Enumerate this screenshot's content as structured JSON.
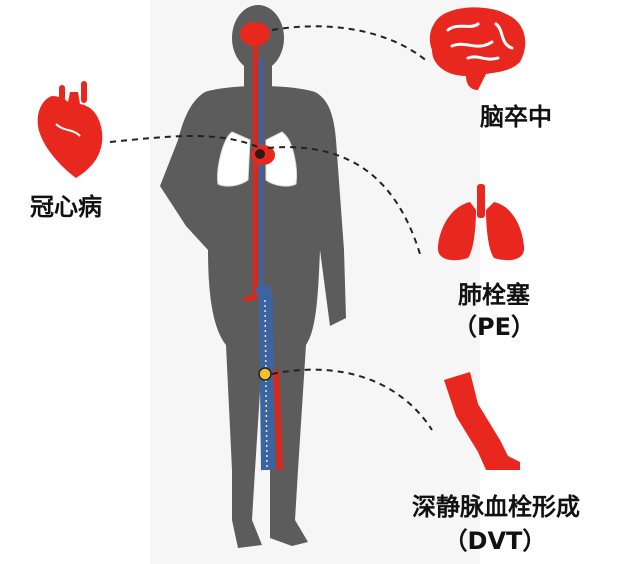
{
  "labels": {
    "stroke": "脑卒中",
    "coronary": "冠心病",
    "pe_line1": "肺栓塞",
    "pe_line2": "（PE）",
    "dvt_line1": "深静脉血栓形成",
    "dvt_line2": "（DVT）"
  },
  "colors": {
    "organ_red": "#e8281e",
    "body_gray": "#5c5c5c",
    "artery_red": "#d8281c",
    "vein_blue": "#3c64a0",
    "text": "#111111"
  },
  "icons": [
    "brain-icon",
    "heart-icon",
    "lungs-icon",
    "leg-icon"
  ]
}
